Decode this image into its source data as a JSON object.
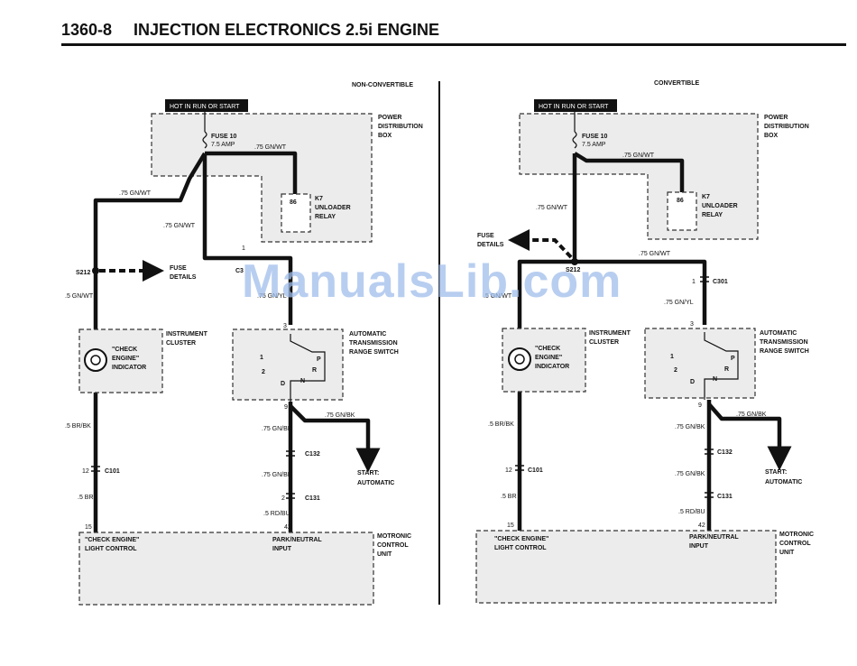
{
  "header": {
    "page_number": "1360-8",
    "title": "INJECTION ELECTRONICS 2.5i ENGINE"
  },
  "watermark": "ManualsLib.com",
  "left": {
    "variant": "NON-CONVERTIBLE",
    "hot_label": "HOT IN RUN OR START",
    "pdb": [
      "POWER",
      "DISTRIBUTION",
      "BOX"
    ],
    "fuse": "FUSE 10",
    "fuse_amp": "7.5 AMP",
    "wire_top": ".75 GN/WT",
    "wire_left": ".75 GN/WT",
    "wire_mid": ".75 GN/WT",
    "relay_pin": "86",
    "relay": [
      "K7",
      "UNLOADER",
      "RELAY"
    ],
    "splice": "S212",
    "fuse_details": [
      "FUSE",
      "DETAILS"
    ],
    "c3_pin": "1",
    "c3_label": "C3",
    "wire_gnyl": ".75 GN/YL",
    "wire_05gnwt": ".5 GN/WT",
    "cluster": [
      "INSTRUMENT",
      "CLUSTER"
    ],
    "indicator": [
      "\"CHECK",
      "ENGINE\"",
      "INDICATOR"
    ],
    "ats_pin_top": "3",
    "ats": [
      "AUTOMATIC",
      "TRANSMISSION",
      "RANGE SWITCH"
    ],
    "gears": [
      "1",
      "2",
      "D",
      "R",
      "N",
      "P"
    ],
    "ats_pin_bot": "9",
    "wire_start": ".75 GN/BK",
    "wire_brbk": ".5 BR/BK",
    "wire_gnbk1": ".75 GN/BK",
    "c132": "C132",
    "start": [
      "START:",
      "AUTOMATIC"
    ],
    "c101_pin": "12",
    "c101": "C101",
    "wire_gnbk2": ".75 GN/BK",
    "wire_br": ".5 BR",
    "c131_pin": "2",
    "c131": "C131",
    "wire_rdbu": ".5 RD/BU",
    "pin15": "15",
    "pin42": "42",
    "check_engine": [
      "\"CHECK ENGINE\"",
      "LIGHT CONTROL"
    ],
    "park": [
      "PARK/NEUTRAL",
      "INPUT"
    ],
    "motronic": [
      "MOTRONIC",
      "CONTROL",
      "UNIT"
    ]
  },
  "right": {
    "variant": "CONVERTIBLE",
    "hot_label": "HOT IN RUN OR START",
    "pdb": [
      "POWER",
      "DISTRIBUTION",
      "BOX"
    ],
    "fuse": "FUSE 10",
    "fuse_amp": "7.5 AMP",
    "wire_top": ".75 GN/WT",
    "wire_left": ".75 GN/WT",
    "wire_mid": ".75 GN/WT",
    "relay_pin": "86",
    "relay": [
      "K7",
      "UNLOADER",
      "RELAY"
    ],
    "splice": "S212",
    "fuse_details": [
      "FUSE",
      "DETAILS"
    ],
    "c301_pin": "1",
    "c301": "C301",
    "wire_gnyl": ".75 GN/YL",
    "wire_05gnwt": ".5 GN/WT",
    "cluster": [
      "INSTRUMENT",
      "CLUSTER"
    ],
    "indicator": [
      "\"CHECK",
      "ENGINE\"",
      "INDICATOR"
    ],
    "ats_pin_top": "3",
    "ats": [
      "AUTOMATIC",
      "TRANSMISSION",
      "RANGE SWITCH"
    ],
    "gears": [
      "1",
      "2",
      "D",
      "R",
      "N",
      "P"
    ],
    "ats_pin_bot": "9",
    "wire_start": ".75 GN/BK",
    "wire_brbk": ".5 BR/BK",
    "wire_gnbk1": ".75 GN/BK",
    "c132": "C132",
    "start": [
      "START:",
      "AUTOMATIC"
    ],
    "c101_pin": "12",
    "c101": "C101",
    "wire_gnbk2": ".75 GN/BK",
    "wire_br": ".5 BR",
    "c131": "C131",
    "wire_rdbu": ".5 RD/BU",
    "pin15": "15",
    "pin42": "42",
    "check_engine": [
      "\"CHECK ENGINE\"",
      "LIGHT CONTROL"
    ],
    "park": [
      "PARK/NEUTRAL",
      "INPUT"
    ],
    "motronic": [
      "MOTRONIC",
      "CONTROL",
      "UNIT"
    ]
  }
}
